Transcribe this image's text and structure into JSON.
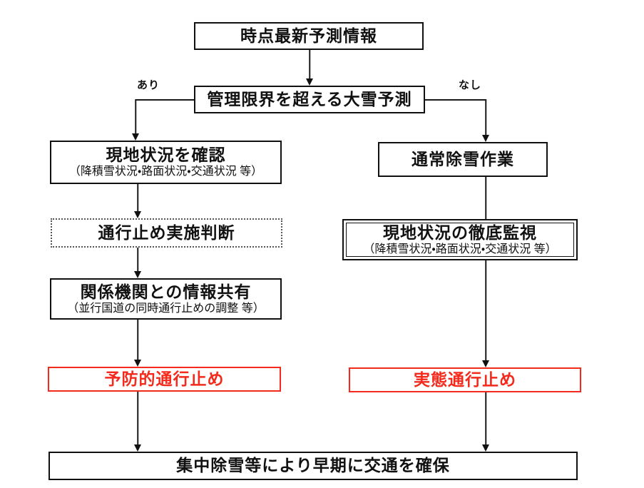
{
  "colors": {
    "red": "#f32a1c",
    "line": "#1a1a1a"
  },
  "flowchart": {
    "forecast": {
      "label": "時点最新予測情報"
    },
    "threshold": {
      "label": "管理限界を超える大雪予測"
    },
    "branch_yes": {
      "label": "あり"
    },
    "branch_no": {
      "label": "なし"
    },
    "site_check": {
      "title": "現地状況を確認",
      "subtitle": "（降積雪状況・路面状況・交通状況 等）"
    },
    "normal_ops": {
      "label": "通常除雪作業"
    },
    "closure_decision": {
      "label": "通行止め実施判断"
    },
    "site_monitor": {
      "title": "現地状況の徹底監視",
      "subtitle": "（降積雪状況・路面状況・交通状況 等）"
    },
    "info_share": {
      "title": "関係機関との情報共有",
      "subtitle": "（並行国道の同時通行止めの調整 等）"
    },
    "preventive_closure": {
      "label": "予防的通行止め"
    },
    "actual_closure": {
      "label": "実態通行止め"
    },
    "recovery": {
      "label": "集中除雪等により早期に交通を確保"
    }
  }
}
